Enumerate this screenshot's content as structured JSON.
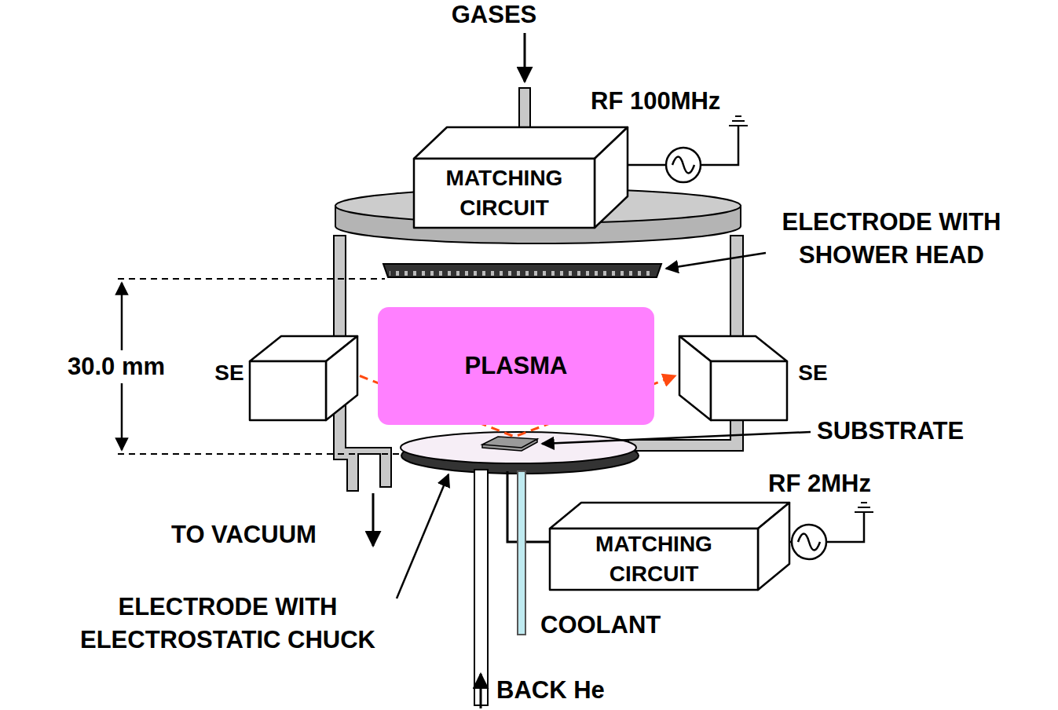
{
  "diagram": {
    "nodes": [
      {
        "text": [
          "MATCHING CIRCUIT"
        ]
      },
      {
        "text": [
          "SE"
        ]
      },
      {
        "text": [
          "PLASMA"
        ]
      },
      {
        "text": [
          "SE"
        ]
      },
      {
        "text": [
          "MATCHING CIRCUIT"
        ]
      }
    ],
    "edges": [
      {
        "from": 1,
        "to": 3,
        "arrow": "to"
      }
    ],
    "labels": [
      "GASES",
      "RF 100MHz",
      "ELECTRODE WITH SHOWER HEAD",
      "30.0 mm",
      "SUBSTRATE",
      "RF 2MHz",
      "TO VACUUM",
      "ELECTRODE WITH ELECTROSTATIC CHUCK",
      "COOLANT",
      "BACK He"
    ]
  }
}
